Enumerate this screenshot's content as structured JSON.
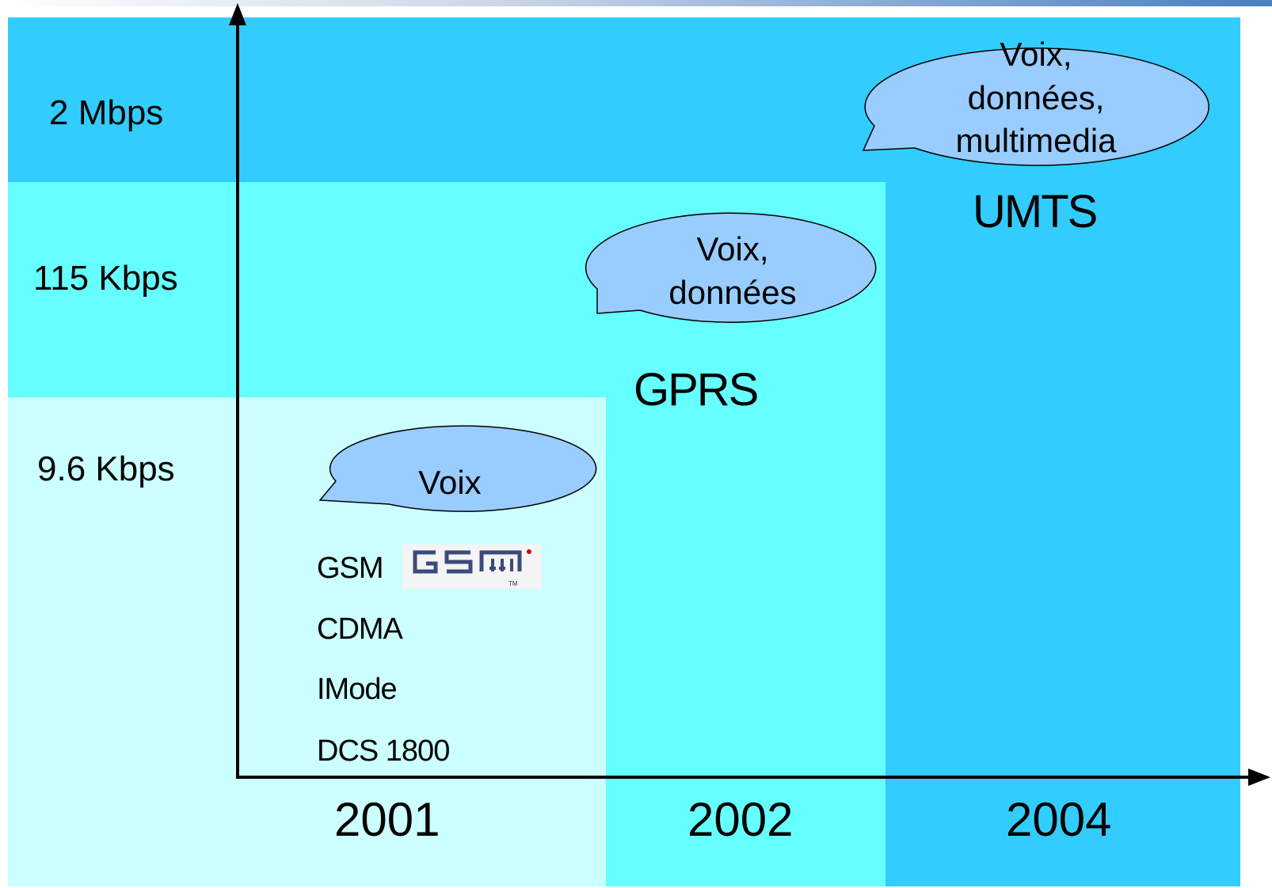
{
  "speeds": [
    "2 Mbps",
    "115 Kbps",
    "9.6 Kbps"
  ],
  "years": [
    "2001",
    "2002",
    "2004"
  ],
  "generations": [
    {
      "year": "2001",
      "bubble": [
        "Voix"
      ],
      "technologies": [
        "GSM",
        "CDMA",
        "IMode",
        "DCS 1800"
      ],
      "logo_text": "GSM",
      "logo_tm": "TM"
    },
    {
      "year": "2002",
      "bubble": [
        "Voix,",
        "données"
      ],
      "name": "GPRS"
    },
    {
      "year": "2004",
      "bubble": [
        "Voix,",
        "données,",
        "multimedia"
      ],
      "name": "UMTS"
    }
  ],
  "colors": {
    "band_low": "#ccffff",
    "band_mid": "#66ffff",
    "band_high": "#33ccff",
    "bubble_fill": "#99ccff",
    "logo_text": "#3a4a7a",
    "logo_dot": "#cc0000"
  }
}
